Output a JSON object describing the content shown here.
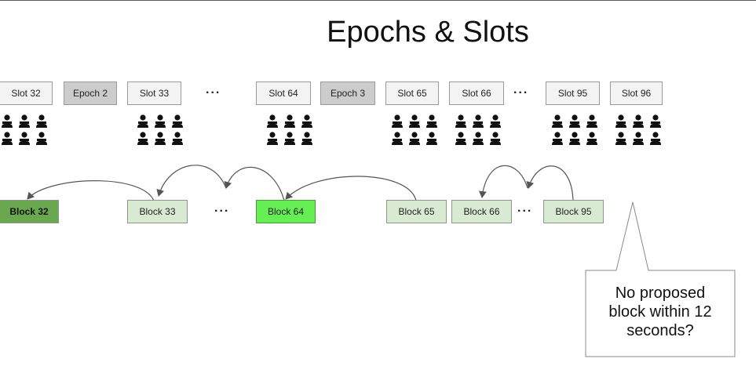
{
  "title": "Epochs & Slots",
  "ellipsis": "...",
  "top_row": [
    {
      "kind": "slot",
      "label": "Slot 32"
    },
    {
      "kind": "epoch",
      "label": "Epoch 2"
    },
    {
      "kind": "slot",
      "label": "Slot 33"
    },
    {
      "kind": "ellipsis",
      "label": "..."
    },
    {
      "kind": "slot",
      "label": "Slot 64"
    },
    {
      "kind": "epoch",
      "label": "Epoch 3"
    },
    {
      "kind": "slot",
      "label": "Slot 65"
    },
    {
      "kind": "slot",
      "label": "Slot 66"
    },
    {
      "kind": "ellipsis",
      "label": "..."
    },
    {
      "kind": "slot",
      "label": "Slot 95"
    },
    {
      "kind": "slot",
      "label": "Slot 96"
    }
  ],
  "blocks": [
    {
      "label": "Block 32",
      "status": "finalized",
      "bold": true
    },
    {
      "label": "Block 33",
      "status": "normal"
    },
    {
      "label": "Block 64",
      "status": "checkpoint"
    },
    {
      "label": "Block 65",
      "status": "normal"
    },
    {
      "label": "Block 66",
      "status": "normal"
    },
    {
      "label": "Block 95",
      "status": "normal"
    }
  ],
  "callout": {
    "text_line1": "No proposed",
    "text_line2": "block within 12",
    "text_line3": "seconds?"
  },
  "colors": {
    "slot_fill": "#f3f3f3",
    "epoch_fill": "#cccccc",
    "block_fill": "#d9ead3",
    "block_finalized": "#6aa84f",
    "block_checkpoint": "#66ee55",
    "validator_icon": "#111111",
    "arrow": "#555555"
  },
  "icons": {
    "validator_group": "validator-committee-icon"
  }
}
